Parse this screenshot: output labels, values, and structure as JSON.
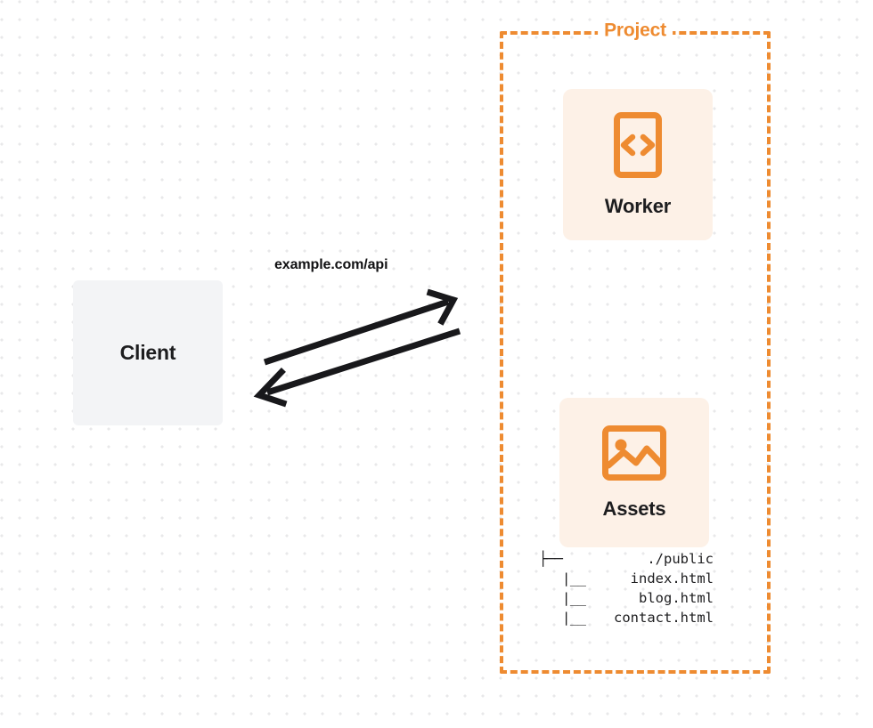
{
  "diagram": {
    "title": "Client to Project (Worker + Assets) request flow",
    "background": {
      "dot_color": "#e8e8ea",
      "page_color": "#ffffff"
    },
    "colors": {
      "accent_orange": "#ee8b31",
      "card_background": "#fdf1e7",
      "client_background": "#f3f4f6",
      "text_dark": "#1d1d1f",
      "arrow": "#18181b"
    }
  },
  "client": {
    "label": "Client"
  },
  "edge": {
    "label": "example.com/api",
    "request_arrow_name": "request-arrow",
    "response_arrow_name": "response-arrow"
  },
  "project": {
    "title": "Project",
    "cards": [
      {
        "label": "Worker",
        "icon": "code-brackets-icon"
      },
      {
        "label": "Assets",
        "icon": "image-icon"
      }
    ],
    "file_tree": [
      {
        "branch": "├──",
        "name": "./public",
        "depth": 0
      },
      {
        "branch": "|__",
        "name": "index.html",
        "depth": 1
      },
      {
        "branch": "|__",
        "name": "blog.html",
        "depth": 1
      },
      {
        "branch": "|__",
        "name": "contact.html",
        "depth": 1
      }
    ]
  }
}
